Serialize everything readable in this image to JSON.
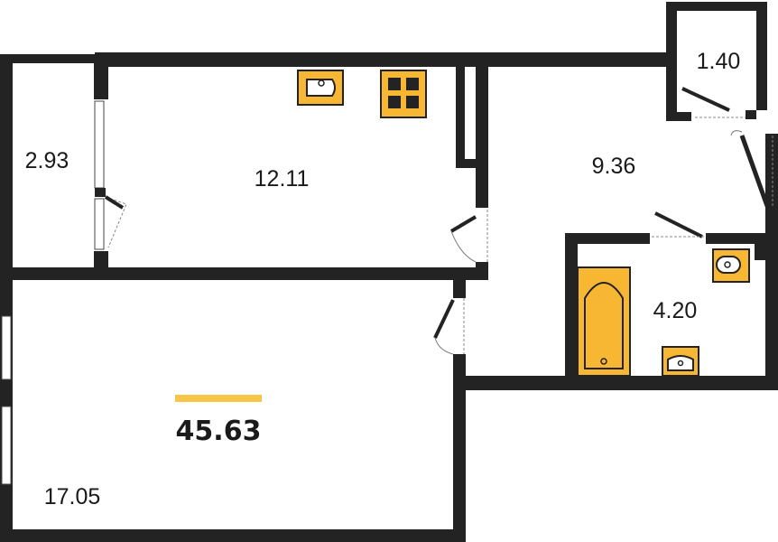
{
  "plan": {
    "total_area": "45.63",
    "colors": {
      "wall": "#232323",
      "fixture": "#f7b733",
      "accent": "#f7c548",
      "background": "#ffffff"
    },
    "rooms": [
      {
        "id": "balcony",
        "area": "2.93"
      },
      {
        "id": "kitchen",
        "area": "12.11"
      },
      {
        "id": "hallway",
        "area": "9.36"
      },
      {
        "id": "storage",
        "area": "1.40"
      },
      {
        "id": "bathroom",
        "area": "4.20"
      },
      {
        "id": "living-room",
        "area": "17.05"
      }
    ],
    "fixtures": [
      "kitchen-sink-icon",
      "stove-icon",
      "toilet-icon",
      "bathtub-icon",
      "bathroom-sink-icon"
    ]
  }
}
